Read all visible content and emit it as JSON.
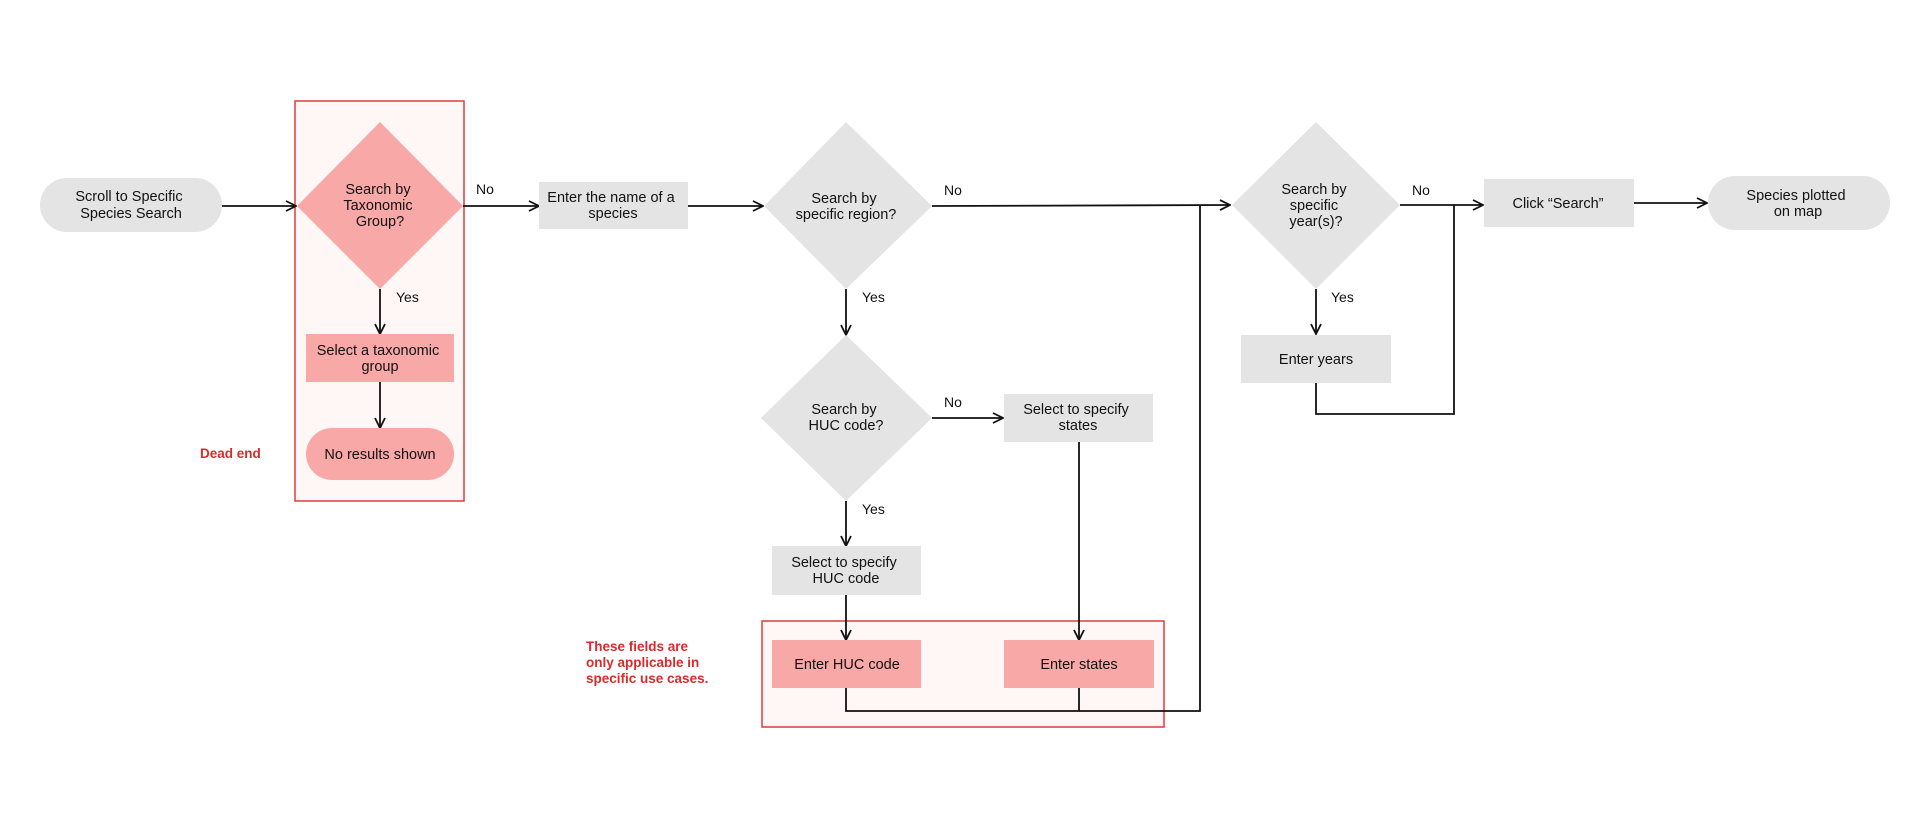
{
  "colors": {
    "grey_node": "#e4e4e4",
    "pink_node": "#f9a8a8",
    "highlight_border": "#e03b3b",
    "highlight_fill": "#fff6f6",
    "note_text": "#d92b2b",
    "line": "#111111"
  },
  "nodes": {
    "start": "Scroll to Specific Species Search",
    "q_taxonomic": "Search by Taxonomic Group?",
    "select_taxonomic": "Select a taxonomic group",
    "no_results": "No results shown",
    "enter_species": "Enter the name of a species",
    "q_region": "Search by specific region?",
    "q_huc": "Search by HUC code?",
    "select_states": "Select to specify states",
    "select_huc": "Select to specify HUC code",
    "enter_huc": "Enter HUC code",
    "enter_states": "Enter states",
    "q_years": "Search by specific year(s)?",
    "enter_years": "Enter years",
    "click_search": "Click “Search”",
    "end": "Species plotted on map"
  },
  "edge_labels": {
    "taxonomic_no": "No",
    "taxonomic_yes": "Yes",
    "region_no": "No",
    "region_yes": "Yes",
    "huc_no": "No",
    "huc_yes": "Yes",
    "years_no": "No",
    "years_yes": "Yes"
  },
  "notes": {
    "dead_end": "Dead end",
    "specific_fields": "These fields are only applicable in specific use cases."
  }
}
